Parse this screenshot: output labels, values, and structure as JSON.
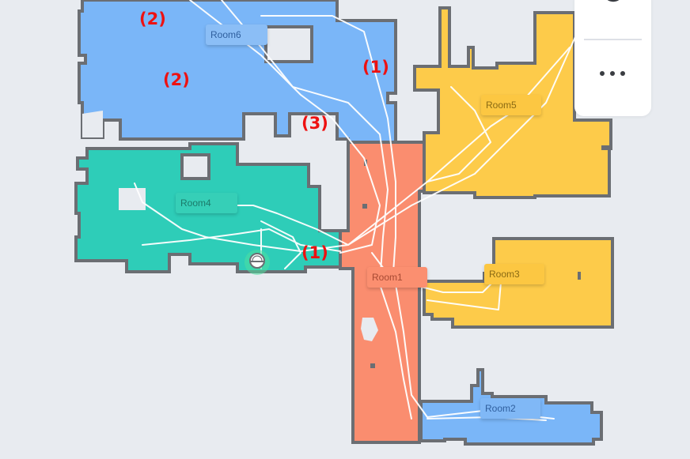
{
  "map": {
    "colors": {
      "background": "#e8ebf0",
      "wall": "#6b6e73",
      "room1": "#fa8d6f",
      "room2": "#7ab6f8",
      "room3": "#fdcb4a",
      "room4": "#2ecdb8",
      "room5": "#fdcb4a",
      "room6": "#7ab6f8",
      "path": "#ffffff",
      "annotation": "#ee1111"
    },
    "rooms": [
      {
        "id": "room1",
        "label": "Room1"
      },
      {
        "id": "room2",
        "label": "Room2"
      },
      {
        "id": "room3",
        "label": "Room3"
      },
      {
        "id": "room4",
        "label": "Room4"
      },
      {
        "id": "room5",
        "label": "Room5"
      },
      {
        "id": "room6",
        "label": "Room6"
      }
    ],
    "annotations": [
      {
        "text": "(2)"
      },
      {
        "text": "(2)"
      },
      {
        "text": "(1)"
      },
      {
        "text": "(3)"
      },
      {
        "text": "(1)"
      }
    ],
    "robot": {
      "icon": "robot-vacuum-icon"
    }
  },
  "panel": {
    "top_icon": "minus-circle-icon",
    "more_icon": "more-dots-icon"
  }
}
